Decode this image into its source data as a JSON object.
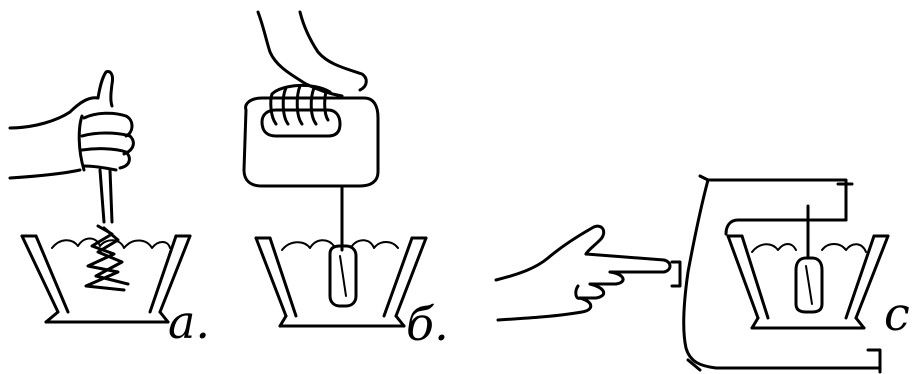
{
  "panels": [
    {
      "id": "a",
      "label": "a."
    },
    {
      "id": "b",
      "label": "б."
    },
    {
      "id": "c",
      "label": "c"
    }
  ],
  "colors": {
    "ink": "#000000",
    "paper": "#ffffff"
  }
}
